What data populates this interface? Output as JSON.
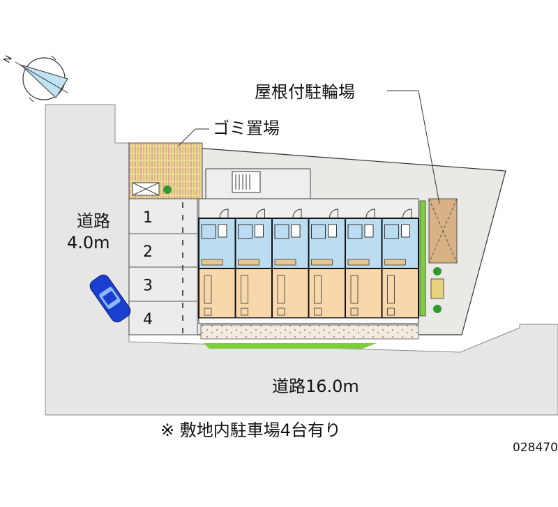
{
  "compass": {
    "north_label": "N"
  },
  "labels": {
    "bicycle_parking": "屋根付駐輪場",
    "garbage_area": "ゴミ置場",
    "road_left_name": "道路",
    "road_left_width": "4.0m",
    "road_bottom": "道路16.0m",
    "note": "※ 敷地内駐車場4台有り",
    "code": "028470"
  },
  "parking_spaces": [
    "1",
    "2",
    "3",
    "4"
  ],
  "unit_count": 6,
  "colors": {
    "road": "#e6e6e6",
    "site": "#ebe9e6",
    "unit_wet_area": "#bcdcf2",
    "unit_room": "#f8d7aa",
    "bicycle_roof": "#d8b185",
    "car": "#1a3fd0",
    "green": "#7ccf3a"
  }
}
